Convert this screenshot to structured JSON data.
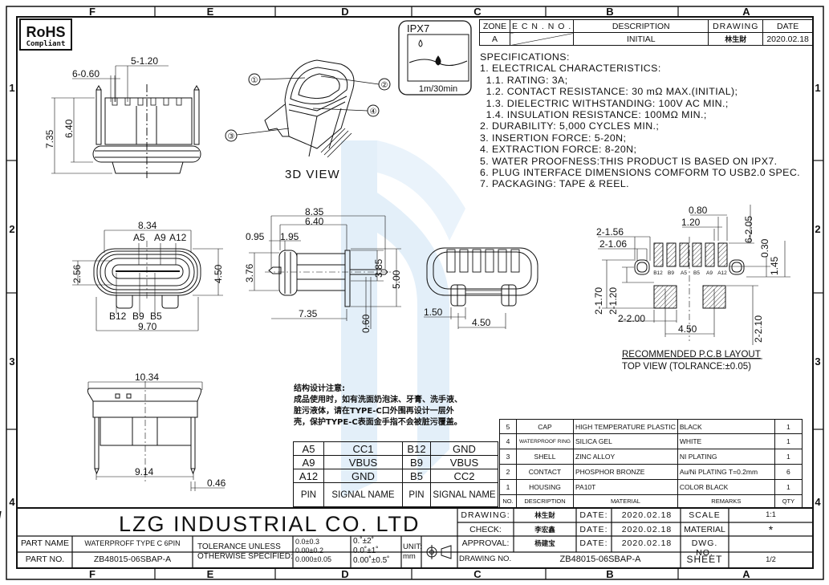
{
  "zones": {
    "letters": [
      "F",
      "E",
      "D",
      "C",
      "B",
      "A"
    ],
    "numbers": [
      "1",
      "2",
      "3",
      "4"
    ]
  },
  "rohs": {
    "title": "RoHS",
    "sub": "Compliant"
  },
  "revision": {
    "headers": [
      "ZONE",
      "E C N . N O .",
      "DESCRIPTION",
      "DRAWING",
      "DATE"
    ],
    "row": {
      "zone": "A",
      "ecn": "",
      "description": "INITIAL",
      "drawing": "林生財",
      "date": "2020.02.18"
    }
  },
  "ipx7": {
    "label": "IPX7",
    "caption": "1m/30min"
  },
  "specs": [
    "SPECIFICATIONS:",
    "1. ELECTRICAL CHARACTERISTICS:",
    "  1.1. RATING: 3A;",
    "  1.2. CONTACT RESISTANCE: 30 mΩ MAX.(INITIAL);",
    "  1.3. DIELECTRIC WITHSTANDING: 100V AC MIN.;",
    "  1.4. INSULATION RESISTANCE: 100MΩ MIN.;",
    "2. DURABILITY: 5,000 CYCLES MIN.;",
    "3. INSERTION FORCE: 5-20N;",
    "4. EXTRACTION FORCE: 8-20N;",
    "5. WATER PROOFNESS:THIS PRODUCT IS BASED ON IPX7.",
    "6. PLUG INTERFACE DIMENSIONS COMFORM TO USB2.0 SPEC.",
    "7. PACKAGING: TAPE & REEL."
  ],
  "side_view": {
    "pitch": "5-1.20",
    "pin_width": "6-0.60",
    "height_total": "7.35",
    "height_body": "6.40"
  },
  "view_3d": {
    "callouts": [
      "①",
      "②",
      "③",
      "④"
    ],
    "label": "3D VIEW"
  },
  "front_view": {
    "width_top": "8.34",
    "pins_top": [
      "A5",
      "A9",
      "A12"
    ],
    "pins_bottom": [
      "B12",
      "B9",
      "B5"
    ],
    "width_total": "9.70",
    "slot_height": "2.56",
    "height": "4.50"
  },
  "profile_view": {
    "total": "8.35",
    "body": "6.40",
    "d1": "0.95",
    "d2": "1.95",
    "h1": "3.76",
    "h2": "3.85",
    "h3": "5.00",
    "length": "7.35",
    "offset": "0.60"
  },
  "rear_view": {
    "leg": "1.50",
    "spacing": "4.50"
  },
  "pcb": {
    "dims": {
      "pad_w": "0.80",
      "pitch": "1.20",
      "hole_o": "2-1.56",
      "hole_i": "2-1.06",
      "pad_len": "6-2.05",
      "d030": "0.30",
      "d145": "1.45",
      "h170": "2-1.70",
      "h120": "2-1.20",
      "big_w": "2-2.00",
      "big_spacing": "4.50",
      "big_h": "2-2.10"
    },
    "pads": [
      "B12",
      "B9",
      "A5",
      "B5",
      "A9",
      "A12"
    ],
    "title": "RECOMMENDED P.C.B LAYOUT",
    "subtitle": "TOP VIEW (TOLRANCE:±0.05)"
  },
  "bottom_view": {
    "width": "10.34",
    "leg_span": "9.14",
    "leg": "0.46"
  },
  "notes_cn": {
    "title": "结构设计注意:",
    "body": "成品使用时，如有洗面奶泡沫、牙膏、洗手液、脏污液体，请在TYPE-C口外围再设计一层外壳，保护TYPE-C表面金手指不会被脏污覆盖。"
  },
  "pin_table": {
    "rows": [
      [
        "A5",
        "CC1",
        "B12",
        "GND"
      ],
      [
        "A9",
        "VBUS",
        "B9",
        "VBUS"
      ],
      [
        "A12",
        "GND",
        "B5",
        "CC2"
      ]
    ],
    "headers": [
      "PIN",
      "SIGNAL NAME",
      "PIN",
      "SIGNAL NAME"
    ]
  },
  "bom": {
    "rows": [
      [
        "5",
        "CAP",
        "HIGH TEMPERATURE PLASTIC",
        "BLACK",
        "1"
      ],
      [
        "4",
        "WATERPROOF RING",
        "SILICA GEL",
        "WHITE",
        "1"
      ],
      [
        "3",
        "SHELL",
        "ZINC ALLOY",
        "NI  PLATING",
        "1"
      ],
      [
        "2",
        "CONTACT",
        "PHOSPHOR BRONZE",
        "Au/Ni  PLATING T=0.2mm",
        "6"
      ],
      [
        "1",
        "HOUSING",
        "PA10T",
        "COLOR BLACK",
        "1"
      ]
    ],
    "headers": [
      "NO.",
      "DESCRIPTION",
      "MATERIAL",
      "REMARKS",
      "QTY"
    ]
  },
  "title_block": {
    "logo": "LZG",
    "company": "LZG INDUSTRIAL CO. LTD",
    "part_name_label": "PART NAME",
    "part_name": "WATERPROFF TYPE C 6PIN",
    "part_no_label": "PART NO.",
    "part_no": "ZB48015-06SBAP-A",
    "tolerance_label1": "TOLERANCE UNLESS",
    "tolerance_label2": "OTHERWISE SPECIFIED:",
    "tol_linear": [
      "0.0±0.3",
      "0.00±0.2",
      "0.000±0.05"
    ],
    "tol_angular": [
      "0.˚±2˚",
      "0.0˚±1˚",
      "0.00˚±0.5˚"
    ],
    "unit_label": "UNIT:",
    "unit": "mm",
    "drawing_label": "DRAWING:",
    "drawing_name": "林生財",
    "check_label": "CHECK:",
    "check_name": "李宏鑫",
    "approval_label": "APPROVAL:",
    "approval_name": "杨建宝",
    "date_label": "DATE:",
    "dates": [
      "2020.02.18",
      "2020.02.18",
      "2020.02.18"
    ],
    "scale_label": "SCALE",
    "scale": "1:1",
    "material_label": "MATERIAL",
    "material": "*",
    "dwg_no_label": "DWG. NO.",
    "drawing_no_label": "DRAWING NO.",
    "drawing_no": "ZB48015-06SBAP-A",
    "sheet_label": "SHEET",
    "sheet": "1/2"
  }
}
